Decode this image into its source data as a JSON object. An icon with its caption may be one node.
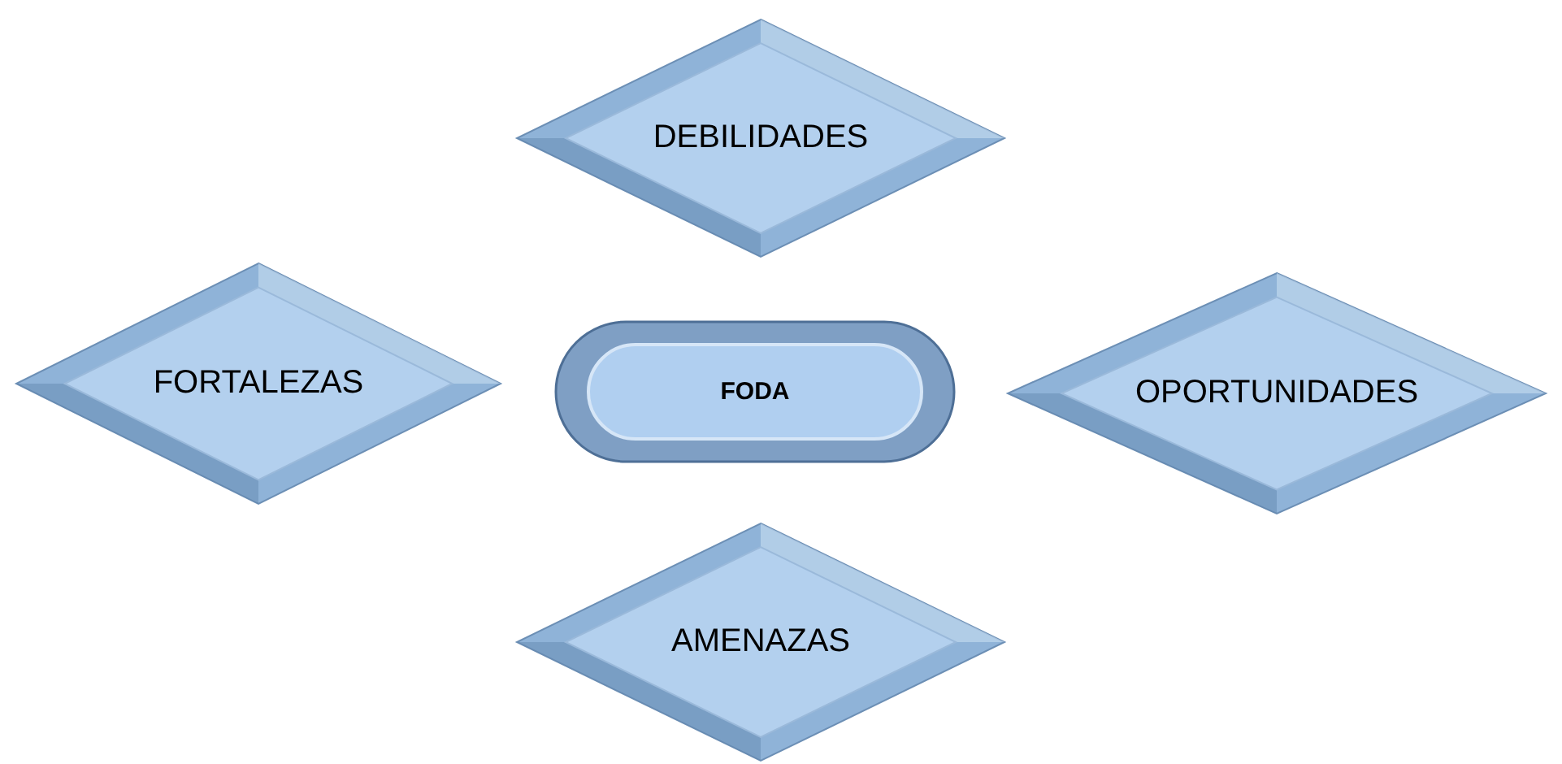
{
  "diagram": {
    "nodes": [
      {
        "text": [
          "DEBILIDADES"
        ]
      },
      {
        "text": [
          "FORTALEZAS"
        ]
      },
      {
        "text": [
          "FODA"
        ]
      },
      {
        "text": [
          "OPORTUNIDADES"
        ]
      },
      {
        "text": [
          "AMENAZAS"
        ]
      }
    ]
  }
}
